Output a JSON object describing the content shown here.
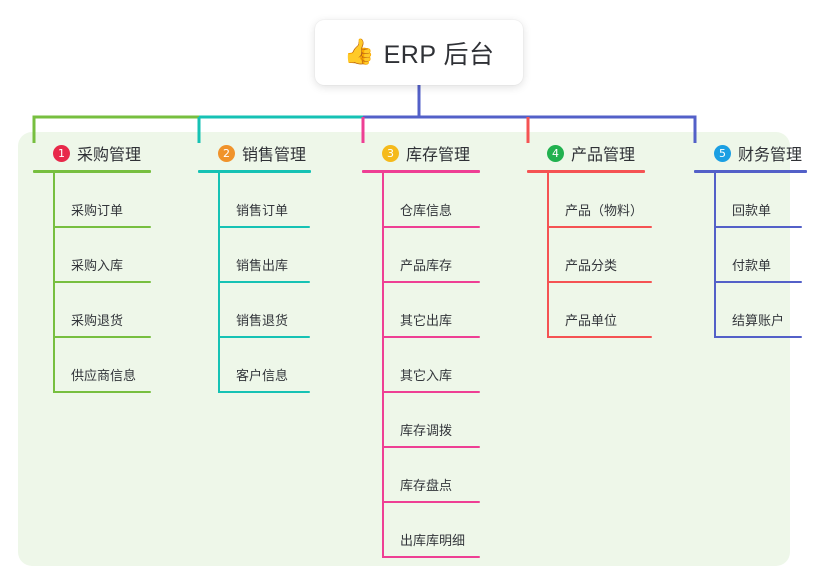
{
  "root": {
    "icon": "thumbs-up-icon",
    "icon_glyph": "👍",
    "label": "ERP 后台"
  },
  "colors": {
    "panel_background": "#eef7e9",
    "page_background": "#ffffff",
    "root_text": "#2f3136",
    "root_stem": "#5360c8"
  },
  "branches": [
    {
      "number": "1",
      "title": "采购管理",
      "badge_color": "#e8294a",
      "line_color": "#77bf3f",
      "items": [
        "采购订单",
        "采购入库",
        "采购退货",
        "供应商信息"
      ]
    },
    {
      "number": "2",
      "title": "销售管理",
      "badge_color": "#f0932b",
      "line_color": "#16c2b4",
      "items": [
        "销售订单",
        "销售出库",
        "销售退货",
        "客户信息"
      ]
    },
    {
      "number": "3",
      "title": "库存管理",
      "badge_color": "#f5ba1b",
      "line_color": "#ee3f94",
      "items": [
        "仓库信息",
        "产品库存",
        "其它出库",
        "其它入库",
        "库存调拨",
        "库存盘点",
        "出库库明细"
      ]
    },
    {
      "number": "4",
      "title": "产品管理",
      "badge_color": "#21b14f",
      "line_color": "#f55353",
      "items": [
        "产品（物料）",
        "产品分类",
        "产品单位"
      ]
    },
    {
      "number": "5",
      "title": "财务管理",
      "badge_color": "#1b9fe3",
      "line_color": "#5360c8",
      "items": [
        "回款单",
        "付款单",
        "结算账户"
      ]
    }
  ]
}
